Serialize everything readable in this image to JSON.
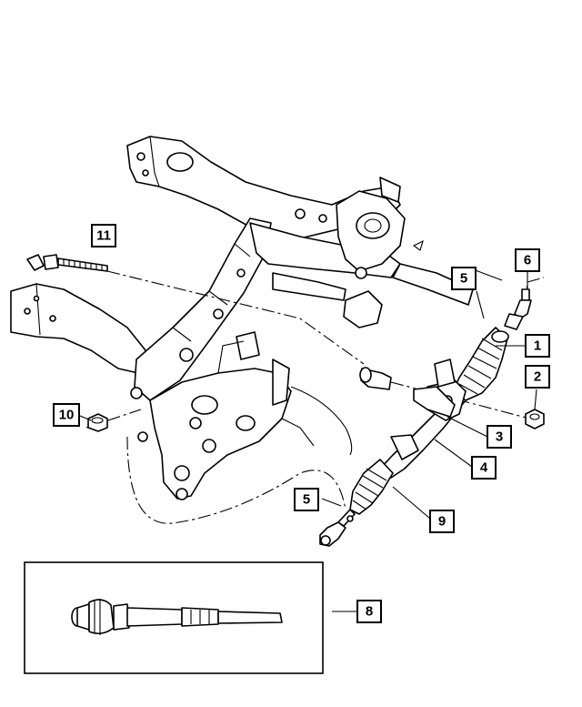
{
  "callouts": [
    {
      "id": "c11",
      "label": "11"
    },
    {
      "id": "c6",
      "label": "6"
    },
    {
      "id": "c5a",
      "label": "5"
    },
    {
      "id": "c1",
      "label": "1"
    },
    {
      "id": "c2",
      "label": "2"
    },
    {
      "id": "c10",
      "label": "10"
    },
    {
      "id": "c3",
      "label": "3"
    },
    {
      "id": "c4",
      "label": "4"
    },
    {
      "id": "c5b",
      "label": "5"
    },
    {
      "id": "c9",
      "label": "9"
    },
    {
      "id": "c8",
      "label": "8"
    }
  ],
  "colors": {
    "line": "#000000",
    "background": "#ffffff"
  }
}
